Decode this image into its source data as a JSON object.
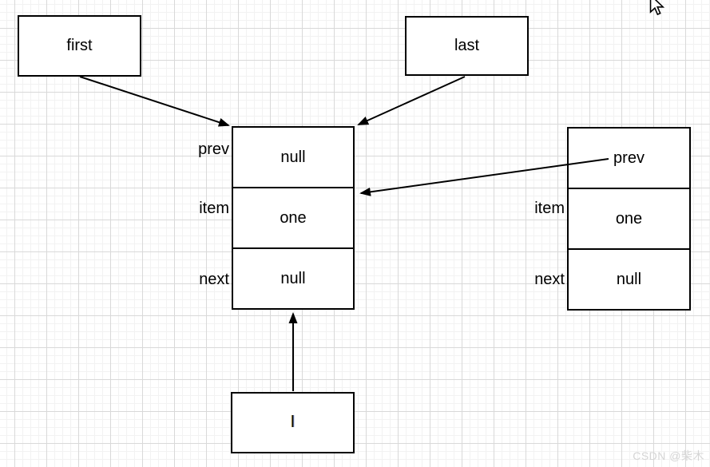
{
  "canvas": {
    "watermark": "CSDN @柴木"
  },
  "boxes": {
    "first": {
      "label": "first"
    },
    "last": {
      "label": "last"
    },
    "l": {
      "label": "l"
    }
  },
  "nodes": {
    "middle": {
      "labels": {
        "prev": "prev",
        "item": "item",
        "next": "next"
      },
      "cells": {
        "prev": "null",
        "item": "one",
        "next": "null"
      }
    },
    "right": {
      "labels": {
        "item": "item",
        "next": "next"
      },
      "cells": {
        "prev": "prev",
        "item": "one",
        "next": "null"
      }
    }
  },
  "edges": [
    {
      "id": "first-to-node",
      "from": "first",
      "to": "node-one-top-left"
    },
    {
      "id": "last-to-node",
      "from": "last",
      "to": "node-one-top-right"
    },
    {
      "id": "right-prev-to-node",
      "from": "node-right-prev",
      "to": "node-one-right"
    },
    {
      "id": "l-to-node",
      "from": "l",
      "to": "node-one-bottom"
    }
  ]
}
